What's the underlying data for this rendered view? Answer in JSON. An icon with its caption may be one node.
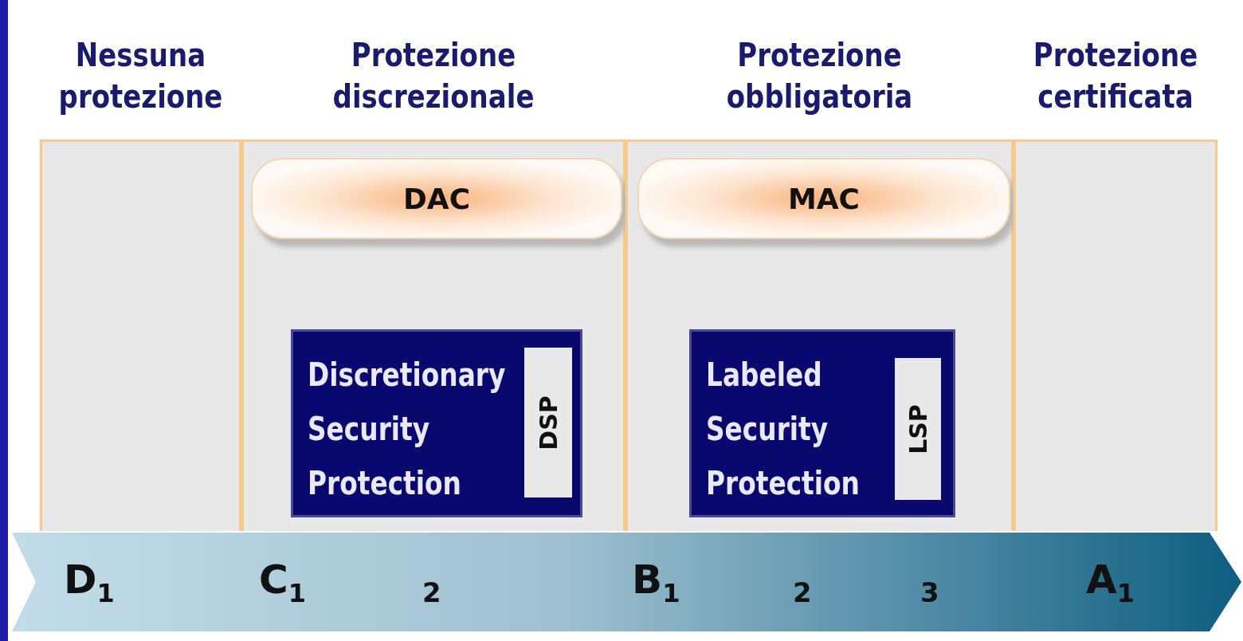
{
  "diagram": {
    "nodes": [
      {
        "text": [
          "Nessuna protezione"
        ]
      },
      {
        "text": [
          "Protezione discrezionale"
        ]
      },
      {
        "text": [
          "Protezione obbligatoria"
        ]
      },
      {
        "text": [
          "Protezione certificata"
        ]
      },
      {
        "text": [
          "DAC"
        ],
        "in": 1
      },
      {
        "text": [
          "MAC"
        ],
        "in": 2
      },
      {
        "text": [
          "Discretionary Security Protection"
        ],
        "in": 1
      },
      {
        "text": [
          "DSP"
        ],
        "in": 6
      },
      {
        "text": [
          "Labeled Security Protection"
        ],
        "in": 2
      },
      {
        "text": [
          "LSP"
        ],
        "in": 8
      },
      {
        "text": [
          "D$_{1}$",
          "C$_{1}$",
          "2",
          "B$_{1}$",
          "2",
          "3",
          "A$_{1}$"
        ]
      }
    ]
  }
}
